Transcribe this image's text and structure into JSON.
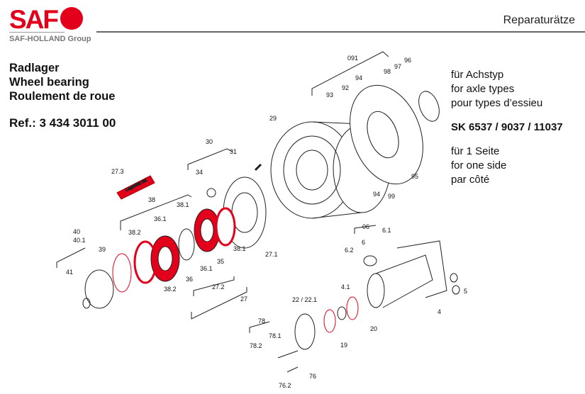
{
  "header": {
    "brand": "SAF",
    "group": "SAF-HOLLAND Group",
    "section_title": "Reparaturätze"
  },
  "title": {
    "de": "Radlager",
    "en": "Wheel bearing",
    "fr": "Roulement de roue",
    "ref": "Ref.: 3 434 3011 00"
  },
  "info": {
    "axle_de": "für Achstyp",
    "axle_en": "for axle types",
    "axle_fr": "pour types d’essieu",
    "axle_types": "SK 6537 / 9037 / 11037",
    "side_de": "für 1 Seite",
    "side_en": "for one side",
    "side_fr": "par côté"
  },
  "colors": {
    "brand": "#e2001a",
    "highlight_parts": "#e2001a"
  },
  "tube_label": "Lagerfett SK",
  "callouts": [
    "091",
    "96",
    "97",
    "98",
    "94",
    "92",
    "93",
    "29",
    "30",
    "31",
    "34",
    "27.3",
    "95",
    "94",
    "99",
    "38",
    "38.1",
    "40",
    "40.1",
    "38.2",
    "36.1",
    "06",
    "6.1",
    "6",
    "6.2",
    "38.1",
    "27.1",
    "39",
    "35",
    "36.1",
    "41",
    "36",
    "27.2",
    "5",
    "38.2",
    "4.1",
    "22 / 22.1",
    "27",
    "4",
    "20",
    "78",
    "19",
    "78.1",
    "78.2",
    "76",
    "76.2"
  ]
}
